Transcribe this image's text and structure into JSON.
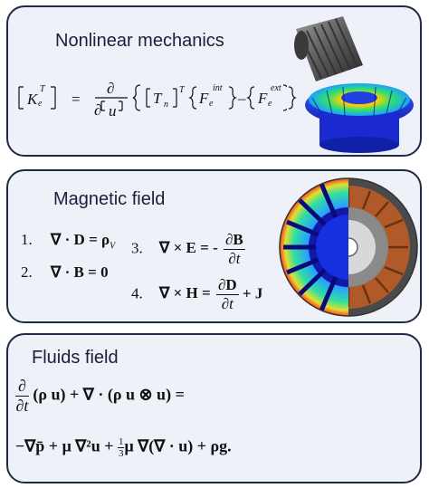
{
  "panels": [
    {
      "title": "Nonlinear mechanics",
      "equation": {
        "lhs_symbol": "K",
        "lhs_sub": "e",
        "lhs_sup": "T",
        "equals": "=",
        "d_num": "∂",
        "d_den": "∂",
        "d_var": "u",
        "T_symbol": "T",
        "T_sub": "n",
        "T_sup": "T",
        "F_symbol": "F",
        "F_sub": "e",
        "F_int": "int",
        "minus": "–",
        "F_ext": "ext"
      }
    },
    {
      "title": "Magnetic field",
      "equations": [
        {
          "num": "1.",
          "text": "∇ · D = ρ",
          "sub": "V"
        },
        {
          "num": "2.",
          "text": "∇ · B = 0"
        },
        {
          "num": "3.",
          "lhs": "∇ × E = -",
          "frac_num": "∂B",
          "frac_den": "∂t"
        },
        {
          "num": "4.",
          "lhs": "∇ × H =",
          "frac_num": "∂D",
          "frac_den": "∂t",
          "rhs": "+ J"
        }
      ]
    },
    {
      "title": "Fluids field",
      "line1": {
        "frac_num": "∂",
        "frac_den": "∂t",
        "text": "(ρ u) + ∇ · (ρ u ⊗ u) ="
      },
      "line2": {
        "text_a": "−∇p̄ + μ ∇²u + ",
        "frac_num": "1",
        "frac_den": "3",
        "text_b": "μ ∇(∇ · u) + ρg."
      }
    }
  ],
  "icons": [
    "gear-model-icon",
    "motor-model-icon",
    "pump-model-icon"
  ],
  "colors": {
    "border": "#1f2a44",
    "panel": "#eef1f8",
    "title": "#1a1f3a"
  }
}
